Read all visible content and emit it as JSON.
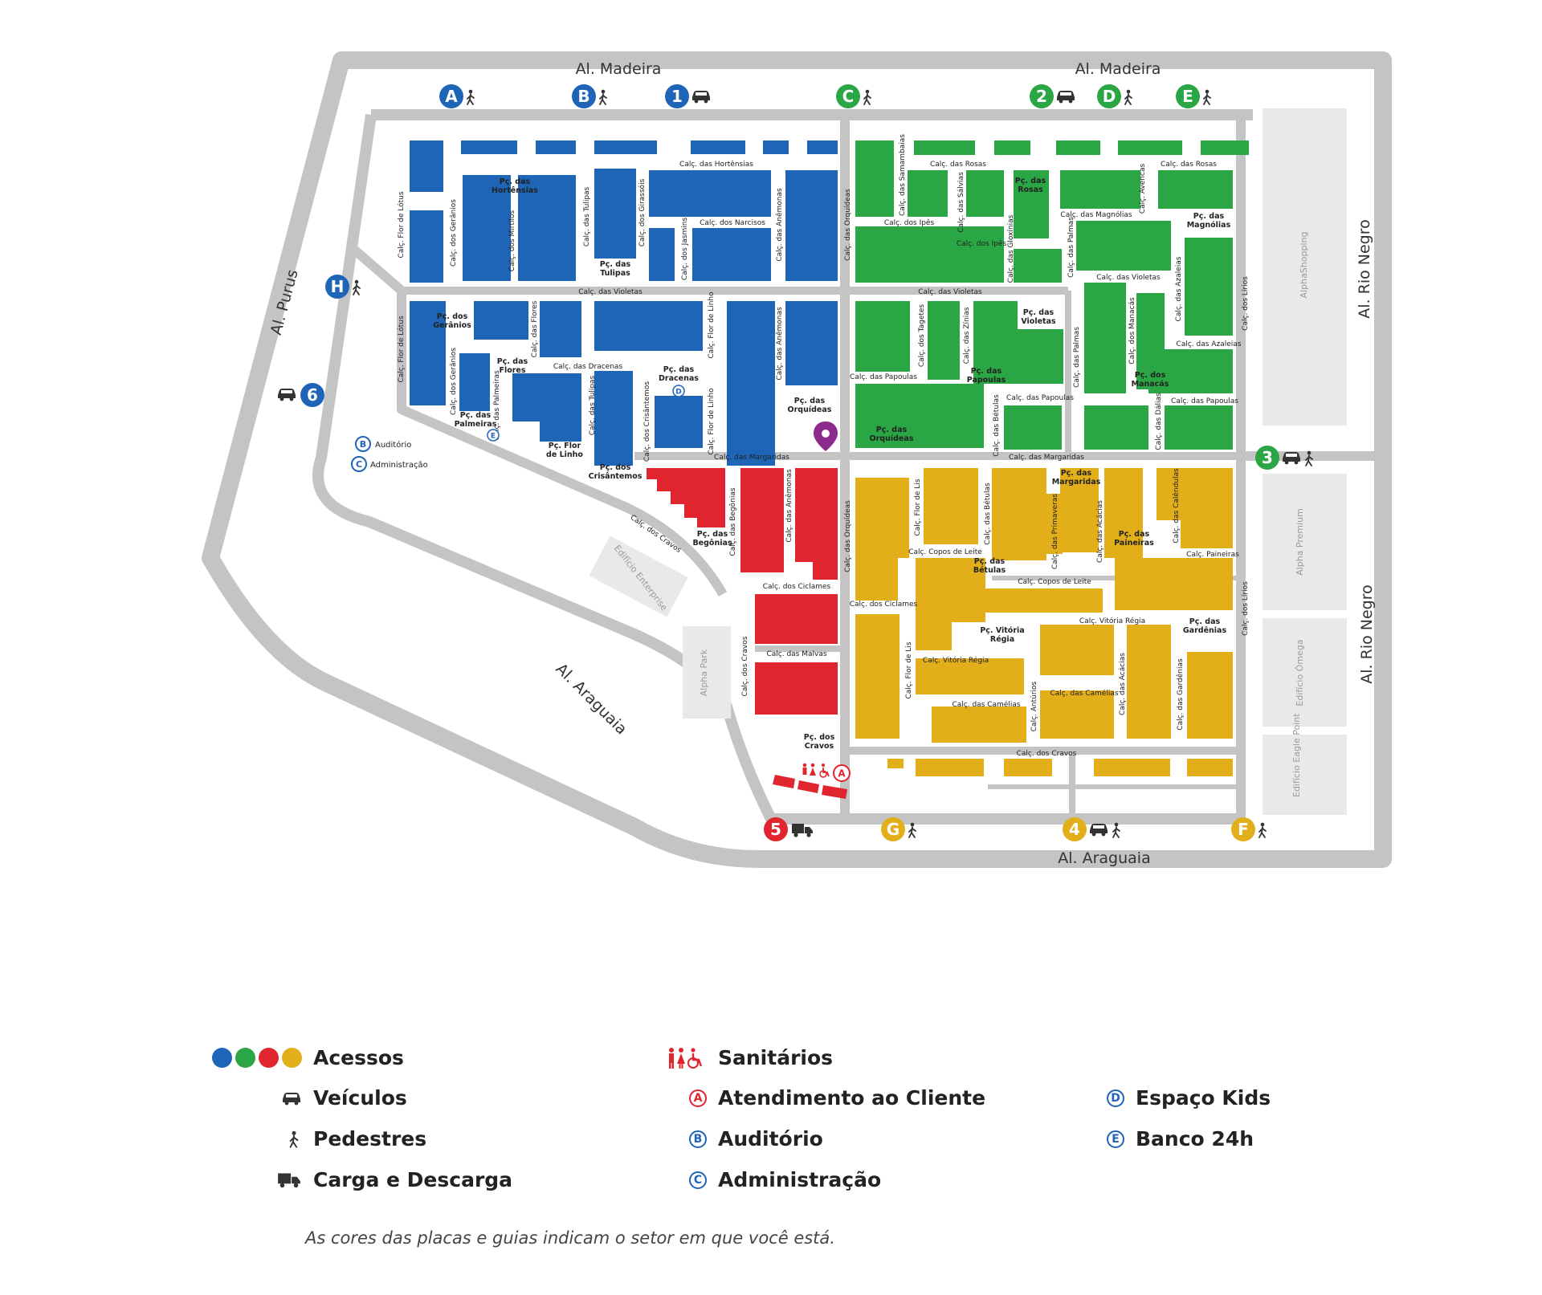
{
  "colors": {
    "blue": "#1e65b8",
    "green": "#2aa645",
    "red": "#e1252e",
    "yellow": "#e2ae19",
    "road": "#c4c4c4",
    "building": "#e9e9e9",
    "purple": "#8b2a8b"
  },
  "roads": {
    "madeira_left": "Al. Madeira",
    "madeira_right": "Al. Madeira",
    "purus": "Al. Purus",
    "araguaia_diag": "Al. Araguaia",
    "araguaia_bottom": "Al. Araguaia",
    "rio_negro_top": "Al. Rio Negro",
    "rio_negro_bottom": "Al. Rio Negro"
  },
  "buildings": {
    "alphashopping": "AlphaShopping",
    "alpha_premium": "Alpha Premium",
    "edificio_omega": "Edifício Ômega",
    "edificio_eagle_point": "Edifício Eagle Point",
    "edificio_enterprise": "Edifício Enterprise",
    "alpha_park": "Alpha Park"
  },
  "access_badges": {
    "A": "A",
    "B": "B",
    "C": "C",
    "D": "D",
    "E": "E",
    "F": "F",
    "G": "G",
    "H": "H",
    "n1": "1",
    "n2": "2",
    "n3": "3",
    "n4": "4",
    "n5": "5",
    "n6": "6"
  },
  "street_labels": {
    "hortensias": "Calç. das Hortênsias",
    "narcisos": "Calç. dos Narcisos",
    "violetas_blue": "Calç. das Violetas",
    "dracenas": "Calç. das Dracenas",
    "margaridas_blue": "Calç. das Margaridas",
    "cravos_diag": "Calç. dos Cravos",
    "flor_lotus_1": "Calç. Flor de Lótus",
    "flor_lotus_2": "Calç. Flor de Lótus",
    "geranios_1": "Calç. dos Gerânios",
    "geranios_2": "Calç. dos Gerânios",
    "mirtilos": "Calç. dos Mirtilos",
    "tulipas_1": "Calç. das Tulipas",
    "tulipas_2": "Calç. das Tulipas",
    "girassois": "Calç. dos Girassóis",
    "jasmins": "Calç. dos Jasmins",
    "anemonas_1": "Calç. das Anêmonas",
    "anemonas_2": "Calç. das Anêmonas",
    "anemonas_3": "Calç. das Anêmonas",
    "flores": "Calç. das Flores",
    "palmeiras": "Calç. das Palmeiras",
    "crisantemos": "Calç. dos Crisântemos",
    "flor_linho_1": "Calç. Flor de Linho",
    "flor_linho_2": "Calç. Flor de Linho",
    "orquideas_1": "Calç. das Orquídeas",
    "orquideas_2": "Calç. das Orquídeas",
    "rosas_1": "Calç. das Rosas",
    "rosas_2": "Calç. das Rosas",
    "samambaias": "Calç. das Samambaias",
    "ipes_1": "Calç. dos Ipês",
    "ipes_2": "Calç. dos Ipês",
    "salvias": "Calç. das Sálvias",
    "gloxinias": "Calç. das Gloxínias",
    "palmas_1": "Calç. das Palmas",
    "palmas_2": "Calç. das Palmas",
    "avencas": "Calç. Avencas",
    "magnolias": "Calç. das Magnólias",
    "violetas_green_1": "Calç. das Violetas",
    "violetas_green_2": "Calç. das Violetas",
    "azaleias_1": "Calç. das Azaleias",
    "azaleias_2": "Calç. das Azaleias",
    "lirios_1": "Calç. dos Lírios",
    "lirios_2": "Calç. dos Lírios",
    "tagetes": "Calç. dos Tagetes",
    "zinias": "Calç. das Zínias",
    "papoulas_1": "Calç. das Papoulas",
    "papoulas_2": "Calç. das Papoulas",
    "papoulas_3": "Calç. das Papoulas",
    "betulas_1": "Calç. das Bétulas",
    "betulas_2": "Calç. das Bétulas",
    "manacas": "Calç. dos Manacás",
    "dalias": "Calç. das Dálias",
    "margaridas_yellow": "Calç. das Margaridas",
    "begonias": "Calç. das Begônias",
    "ciclames_1": "Calç. dos Ciclames",
    "ciclames_2": "Calç. dos Ciclames",
    "malvas": "Calç. das Malvas",
    "cravos_vert": "Calç. dos Cravos",
    "cravos_bottom": "Calç. dos Cravos",
    "flor_lis_1": "Calç. Flor de Lis",
    "flor_lis_2": "Calç. Flor de Lis",
    "copos_leite_1": "Calç. Copos de Leite",
    "copos_leite_2": "Calç. Copos de Leite",
    "primaveras": "Calç. das Primaveras",
    "acacias_1": "Calç. das Acácias",
    "acacias_2": "Calç. das Acácias",
    "calendulas": "Calç. das Calêndulas",
    "paineiras": "Calç. Paineiras",
    "vitoria_regia_1": "Calç. Vitória Régia",
    "vitoria_regia_2": "Calç. Vitória Régia",
    "camelias_1": "Calç. das Camélias",
    "camelias_2": "Calç. das Camélias",
    "anturios": "Calç. Antúrios",
    "gardenias": "Calç. das Gardênias"
  },
  "plazas": {
    "hortensias": [
      "Pç. das",
      "Hortênsias"
    ],
    "tulipas": [
      "Pç. das",
      "Tulipas"
    ],
    "geranios": [
      "Pç. dos",
      "Gerânios"
    ],
    "flores": [
      "Pç. das",
      "Flores"
    ],
    "palmeiras": [
      "Pç. das",
      "Palmeiras"
    ],
    "dracenas": [
      "Pç. das",
      "Dracenas"
    ],
    "flor_linho": [
      "Pç. Flor",
      "de Linho"
    ],
    "crisantemos": [
      "Pç. dos",
      "Crisântemos"
    ],
    "orquideas_blue": [
      "Pç. das",
      "Orquídeas"
    ],
    "rosas": [
      "Pç. das",
      "Rosas"
    ],
    "magnolias": [
      "Pç. das",
      "Magnólias"
    ],
    "violetas": [
      "Pç. das",
      "Violetas"
    ],
    "papoulas": [
      "Pç. das",
      "Papoulas"
    ],
    "manacas": [
      "Pç. dos",
      "Manacás"
    ],
    "orquideas_green": [
      "Pç. das",
      "Orquídeas"
    ],
    "begonias": [
      "Pç. das",
      "Begônias"
    ],
    "cravos": [
      "Pç. dos",
      "Cravos"
    ],
    "margaridas": [
      "Pç. das",
      "Margaridas"
    ],
    "paineiras": [
      "Pç. das",
      "Paineiras"
    ],
    "betulas": [
      "Pç. das",
      "Bétulas"
    ],
    "vitoria_regia": [
      "Pç. Vitória",
      "Régia"
    ],
    "gardenias": [
      "Pç. das",
      "Gardênias"
    ]
  },
  "map_markers": {
    "auditorio": "Auditório",
    "administracao": "Administração",
    "letter_b": "B",
    "letter_c": "C",
    "letter_d": "D",
    "letter_e": "E",
    "letter_a": "A"
  },
  "legend": {
    "acessos": "Acessos",
    "veiculos": "Veículos",
    "pedestres": "Pedestres",
    "carga": "Carga e Descarga",
    "sanitarios": "Sanitários",
    "atendimento": "Atendimento ao Cliente",
    "auditorio": "Auditório",
    "administracao": "Administração",
    "espaco_kids": "Espaço Kids",
    "banco": "Banco 24h",
    "letter_a": "A",
    "letter_b": "B",
    "letter_c": "C",
    "letter_d": "D",
    "letter_e": "E",
    "note": "As cores das placas e guias indicam o setor em que você está."
  }
}
